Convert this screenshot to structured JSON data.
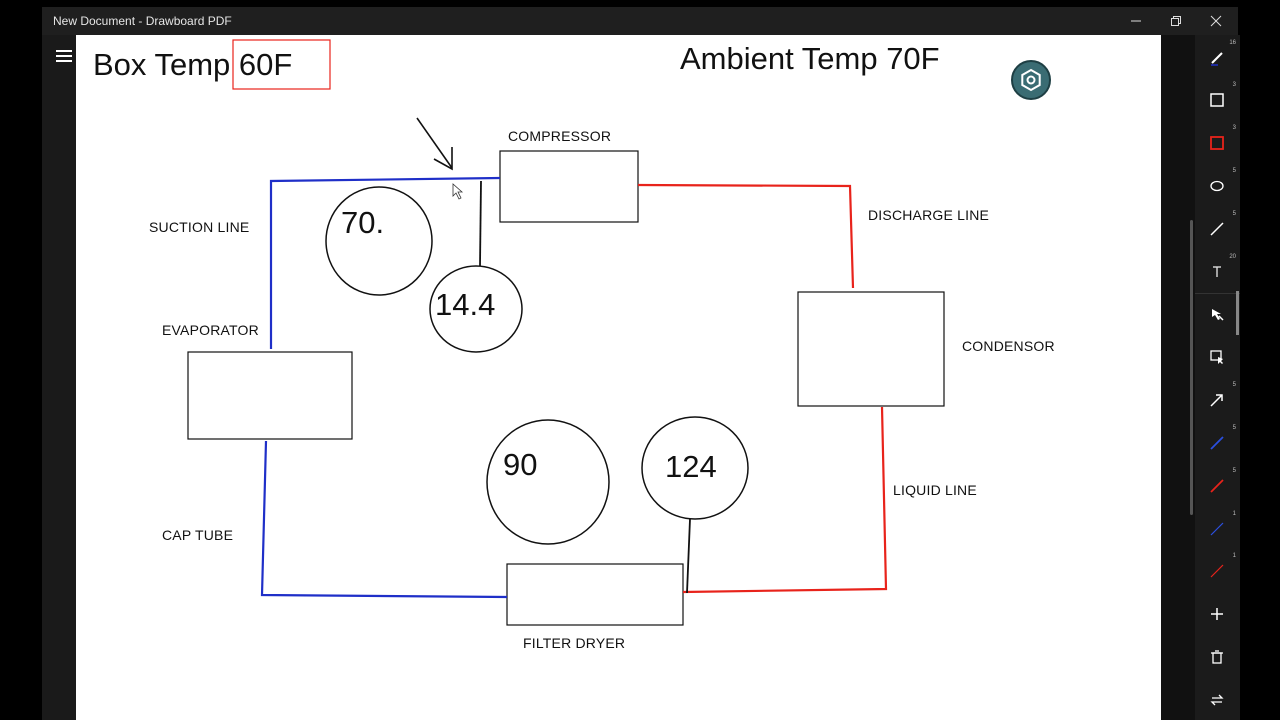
{
  "window": {
    "title": "New Document - Drawboard PDF",
    "controls": [
      "minimize-icon",
      "restore-icon",
      "close-icon"
    ]
  },
  "menu": {
    "icon": "hamburger-icon"
  },
  "canvas": {
    "box_temp_label": "Box Temp ",
    "box_temp_value": "60F",
    "ambient_temp": "Ambient Temp 70F",
    "components": {
      "compressor": "COMPRESSOR",
      "suction_line": "SUCTION LINE",
      "evaporator": "EVAPORATOR",
      "discharge_line": "DISCHARGE LINE",
      "condensor": "CONDENSOR",
      "liquid_line": "LIQUID LINE",
      "cap_tube": "CAP TUBE",
      "filter_dryer": "FILTER DRYER"
    },
    "gauges": {
      "low_side_temp": "70.",
      "low_side_pressure": "14.4",
      "high_side_temp": "90",
      "high_side_pressure": "124"
    },
    "colors": {
      "low_side": "#1f2fc8",
      "high_side": "#e8231b",
      "annotation": "#111111"
    }
  },
  "settings_button": {
    "icon": "settings-hexagon-icon",
    "color": "#3a6c73"
  },
  "toolbar": {
    "tools": [
      {
        "icon": "pen-icon",
        "size": "16"
      },
      {
        "icon": "rectangle-icon",
        "size": "3"
      },
      {
        "icon": "rectangle-red-icon",
        "size": "3"
      },
      {
        "icon": "ellipse-icon",
        "size": "5"
      },
      {
        "icon": "line-icon",
        "size": "5"
      },
      {
        "icon": "text-icon",
        "size": "20"
      },
      {
        "icon": "select-icon",
        "size": ""
      },
      {
        "icon": "crop-select-icon",
        "size": ""
      },
      {
        "icon": "arrow-icon",
        "size": "5"
      },
      {
        "icon": "blue-line-icon",
        "size": "5"
      },
      {
        "icon": "red-line-icon",
        "size": "5"
      },
      {
        "icon": "blue-line-thin-icon",
        "size": "1"
      },
      {
        "icon": "red-line-thin-icon",
        "size": "1"
      },
      {
        "icon": "add-icon",
        "size": ""
      },
      {
        "icon": "trash-icon",
        "size": ""
      },
      {
        "icon": "swap-icon",
        "size": ""
      }
    ]
  }
}
